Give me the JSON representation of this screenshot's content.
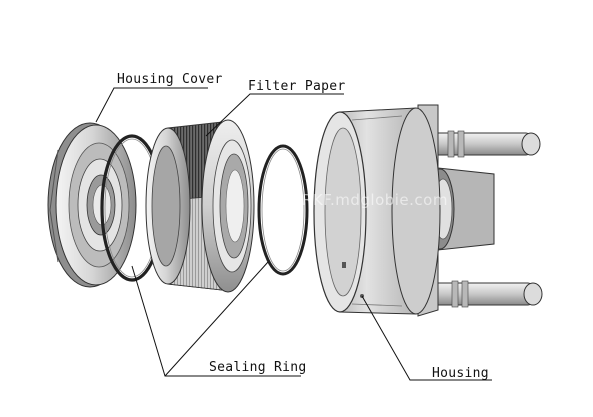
{
  "labels": {
    "housing_cover": "Housing Cover",
    "filter_paper": "Filter Paper",
    "sealing_ring": "Sealing Ring",
    "housing": "Housing"
  },
  "watermark": "RKF.mdglobie.com",
  "colors": {
    "line": "#111111",
    "metal_light": "#d9d9d9",
    "metal_mid": "#a8a8a8",
    "metal_dark": "#6e6e6e",
    "filter_pleats": "#4a4a4a"
  }
}
